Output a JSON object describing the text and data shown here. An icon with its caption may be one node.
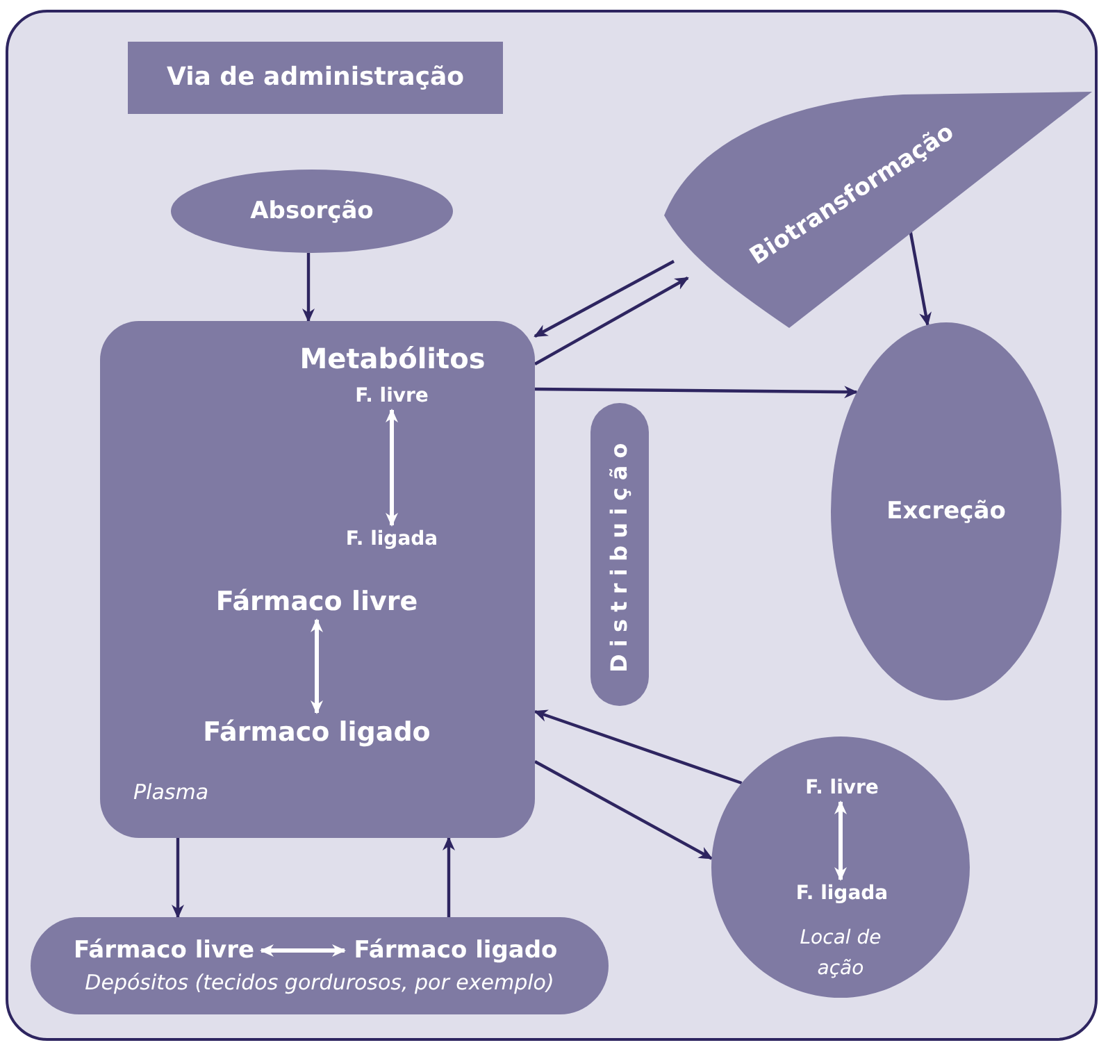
{
  "diagram": {
    "nodes": [
      {
        "text": [
          "Via de administração"
        ]
      },
      {
        "text": [
          "Absorção"
        ]
      },
      {
        "text": [
          "Plasma"
        ]
      },
      {
        "text": [
          "Metabólitos"
        ],
        "in": 2
      },
      {
        "text": [
          "F. livre"
        ],
        "in": 2
      },
      {
        "text": [
          "F. ligada"
        ],
        "in": 2
      },
      {
        "text": [
          "Fármaco livre"
        ],
        "in": 2
      },
      {
        "text": [
          "Fármaco ligado"
        ],
        "in": 2
      },
      {
        "text": [
          "Biotransformação"
        ]
      },
      {
        "text": [
          "Distribuição"
        ]
      },
      {
        "text": [
          "Excreção"
        ]
      },
      {
        "text": [
          "Local de ação"
        ]
      },
      {
        "text": [
          "F. livre"
        ],
        "in": 11
      },
      {
        "text": [
          "F. ligada"
        ],
        "in": 11
      },
      {
        "text": [
          "Depósitos (tecidos gordurosos, por exemplo)"
        ]
      },
      {
        "text": [
          "Fármaco livre"
        ],
        "in": 14
      },
      {
        "text": [
          "Fármaco ligado"
        ],
        "in": 14
      }
    ],
    "edges": [
      {
        "from": 1,
        "to": 2,
        "arrow": "to"
      },
      {
        "from": 2,
        "to": 8,
        "arrow": "to"
      },
      {
        "from": 8,
        "to": 2,
        "arrow": "to"
      },
      {
        "from": 8,
        "to": 10,
        "arrow": "to"
      },
      {
        "from": 2,
        "to": 10,
        "arrow": "to"
      },
      {
        "from": 11,
        "to": 2,
        "arrow": "to"
      },
      {
        "from": 2,
        "to": 11,
        "arrow": "to"
      },
      {
        "from": 2,
        "to": 14,
        "arrow": "to"
      },
      {
        "from": 14,
        "to": 2,
        "arrow": "to"
      },
      {
        "from": 4,
        "to": 5,
        "arrow": "both",
        "color": "#ffffff"
      },
      {
        "from": 6,
        "to": 7,
        "arrow": "both",
        "color": "#ffffff"
      },
      {
        "from": 12,
        "to": 13,
        "arrow": "both",
        "color": "#ffffff"
      },
      {
        "from": 15,
        "to": 16,
        "arrow": "both",
        "color": "#ffffff"
      }
    ]
  }
}
